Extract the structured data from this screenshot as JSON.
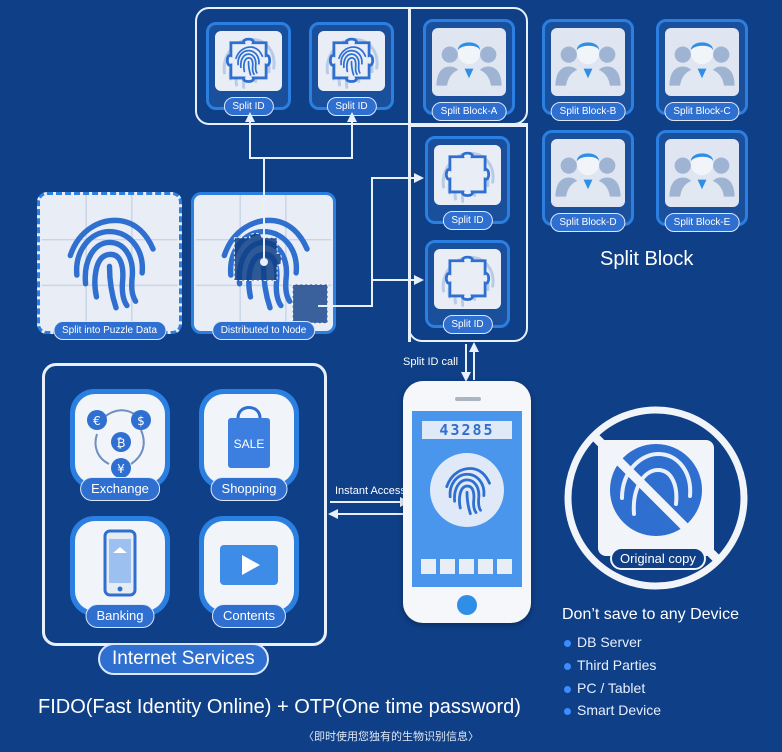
{
  "split_id_label": "Split ID",
  "split_blocks": [
    {
      "label": "Split Block-A"
    },
    {
      "label": "Split Block-B"
    },
    {
      "label": "Split Block-C"
    },
    {
      "label": "Split Block-D"
    },
    {
      "label": "Split Block-E"
    }
  ],
  "split_block_title": "Split Block",
  "puzzle_labels": {
    "split_into": "Split into Puzzle Data",
    "distributed": "Distributed to Node"
  },
  "split_id_call": "Split ID call",
  "instant_access": "Instant Access",
  "phone": {
    "otp_code": "43285"
  },
  "services": {
    "title": "Internet Services",
    "items": [
      {
        "label": "Exchange"
      },
      {
        "label": "Shopping"
      },
      {
        "label": "Banking"
      },
      {
        "label": "Contents"
      }
    ],
    "sale_tag": "SALE"
  },
  "no_copy": {
    "label": "Original copy",
    "title": "Don’t save to any Device",
    "items": [
      "DB Server",
      "Third Parties",
      "PC / Tablet",
      "Smart Device"
    ]
  },
  "footer": {
    "title": "FIDO(Fast Identity Online) + OTP(One time password)",
    "caption": "〈即时使用您独有的生物识别信息〉"
  },
  "colors": {
    "background": "#0f3f86",
    "accent": "#2f6fd0",
    "frame": "#e8f0fb"
  }
}
